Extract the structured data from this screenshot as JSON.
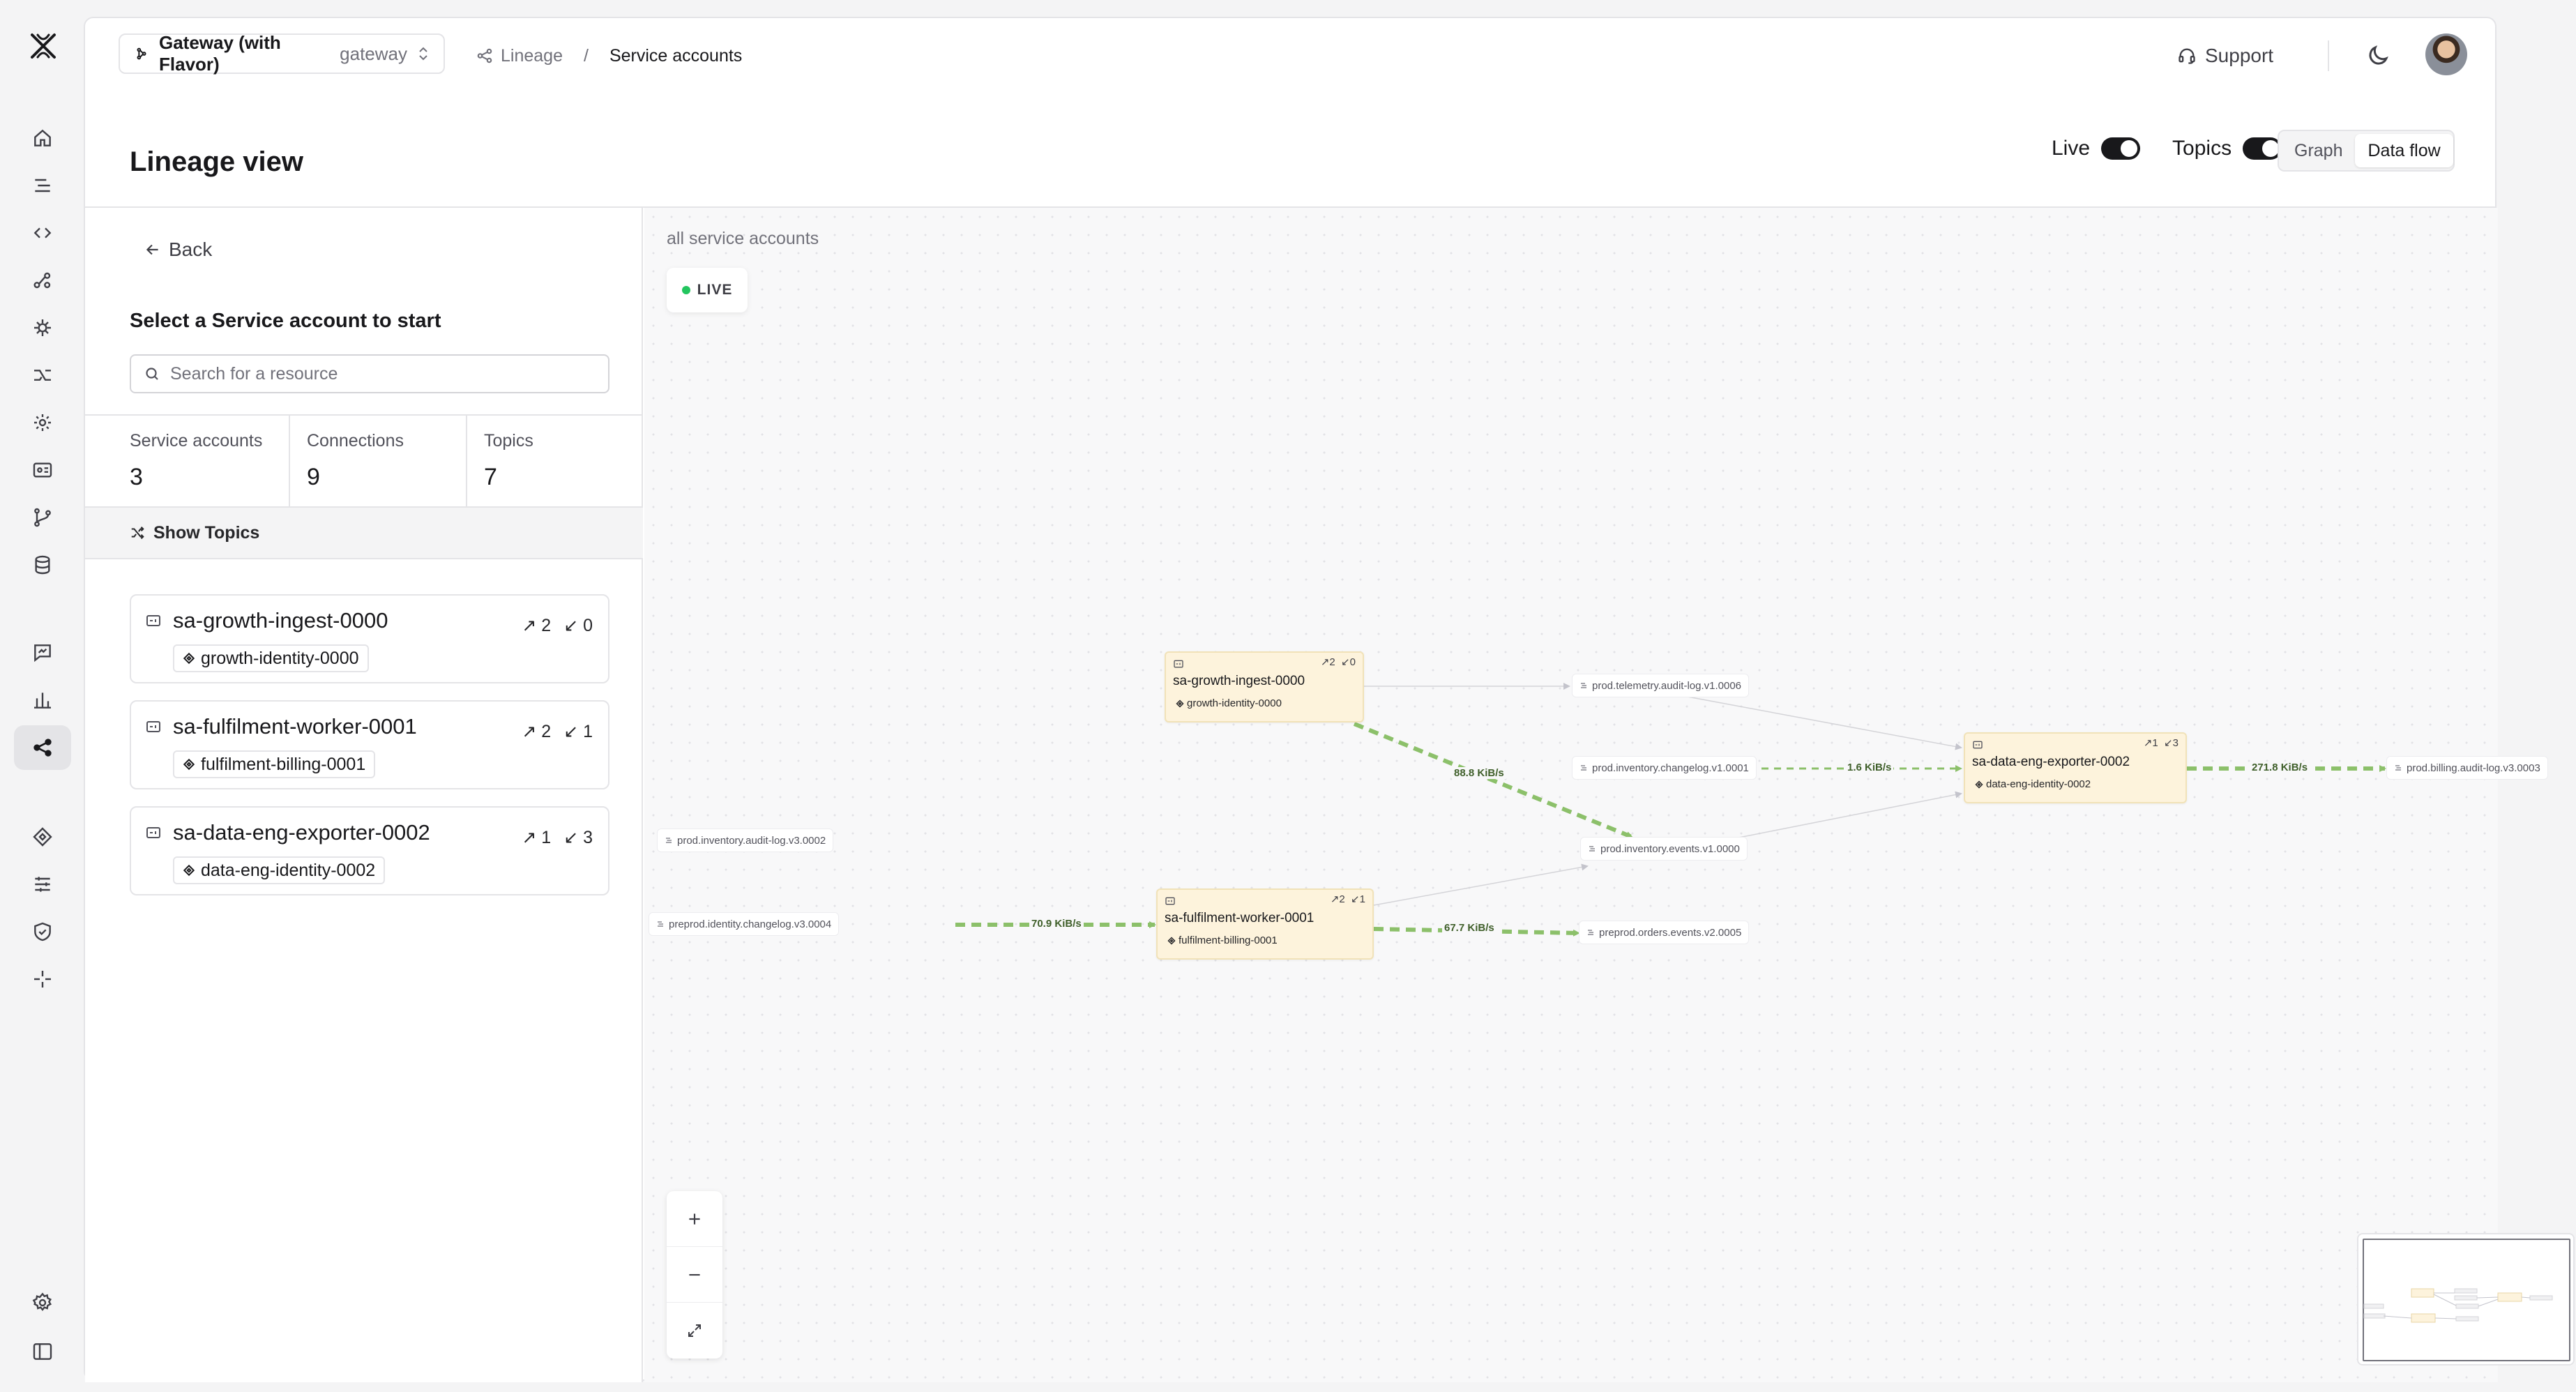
{
  "gateway": {
    "name": "Gateway (with Flavor)",
    "sub": "gateway"
  },
  "breadcrumb": {
    "parent": "Lineage",
    "separator": "/",
    "current": "Service accounts"
  },
  "header": {
    "support": "Support"
  },
  "page": {
    "title": "Lineage view",
    "live_label": "Live",
    "topics_label": "Topics",
    "view_graph": "Graph",
    "view_dataflow": "Data flow"
  },
  "panel": {
    "back": "Back",
    "title": "Select a Service account to start",
    "search_placeholder": "Search for a resource",
    "stats": [
      {
        "label": "Service accounts",
        "value": "3"
      },
      {
        "label": "Connections",
        "value": "9"
      },
      {
        "label": "Topics",
        "value": "7"
      }
    ],
    "show_topics": "Show Topics",
    "accounts": [
      {
        "name": "sa-growth-ingest-0000",
        "out": "2",
        "in": "0",
        "identity": "growth-identity-0000"
      },
      {
        "name": "sa-fulfilment-worker-0001",
        "out": "2",
        "in": "1",
        "identity": "fulfilment-billing-0001"
      },
      {
        "name": "sa-data-eng-exporter-0002",
        "out": "1",
        "in": "3",
        "identity": "data-eng-identity-0002"
      }
    ]
  },
  "canvas": {
    "label": "all service accounts",
    "live_badge": "LIVE",
    "sa_nodes": [
      {
        "name": "sa-growth-ingest-0000",
        "out": "2",
        "in": "0",
        "identity": "growth-identity-0000"
      },
      {
        "name": "sa-fulfilment-worker-0001",
        "out": "2",
        "in": "1",
        "identity": "fulfilment-billing-0001"
      },
      {
        "name": "sa-data-eng-exporter-0002",
        "out": "1",
        "in": "3",
        "identity": "data-eng-identity-0002"
      }
    ],
    "topics": [
      "prod.telemetry.audit-log.v1.0006",
      "prod.inventory.changelog.v1.0001",
      "prod.inventory.events.v1.0000",
      "prod.inventory.audit-log.v3.0002",
      "preprod.identity.changelog.v3.0004",
      "preprod.orders.events.v2.0005",
      "prod.billing.audit-log.v3.0003"
    ],
    "rates": [
      "88.8 KiB/s",
      "1.6 KiB/s",
      "271.8 KiB/s",
      "70.9 KiB/s",
      "67.7 KiB/s"
    ],
    "flow_color": "#8cc06a"
  }
}
